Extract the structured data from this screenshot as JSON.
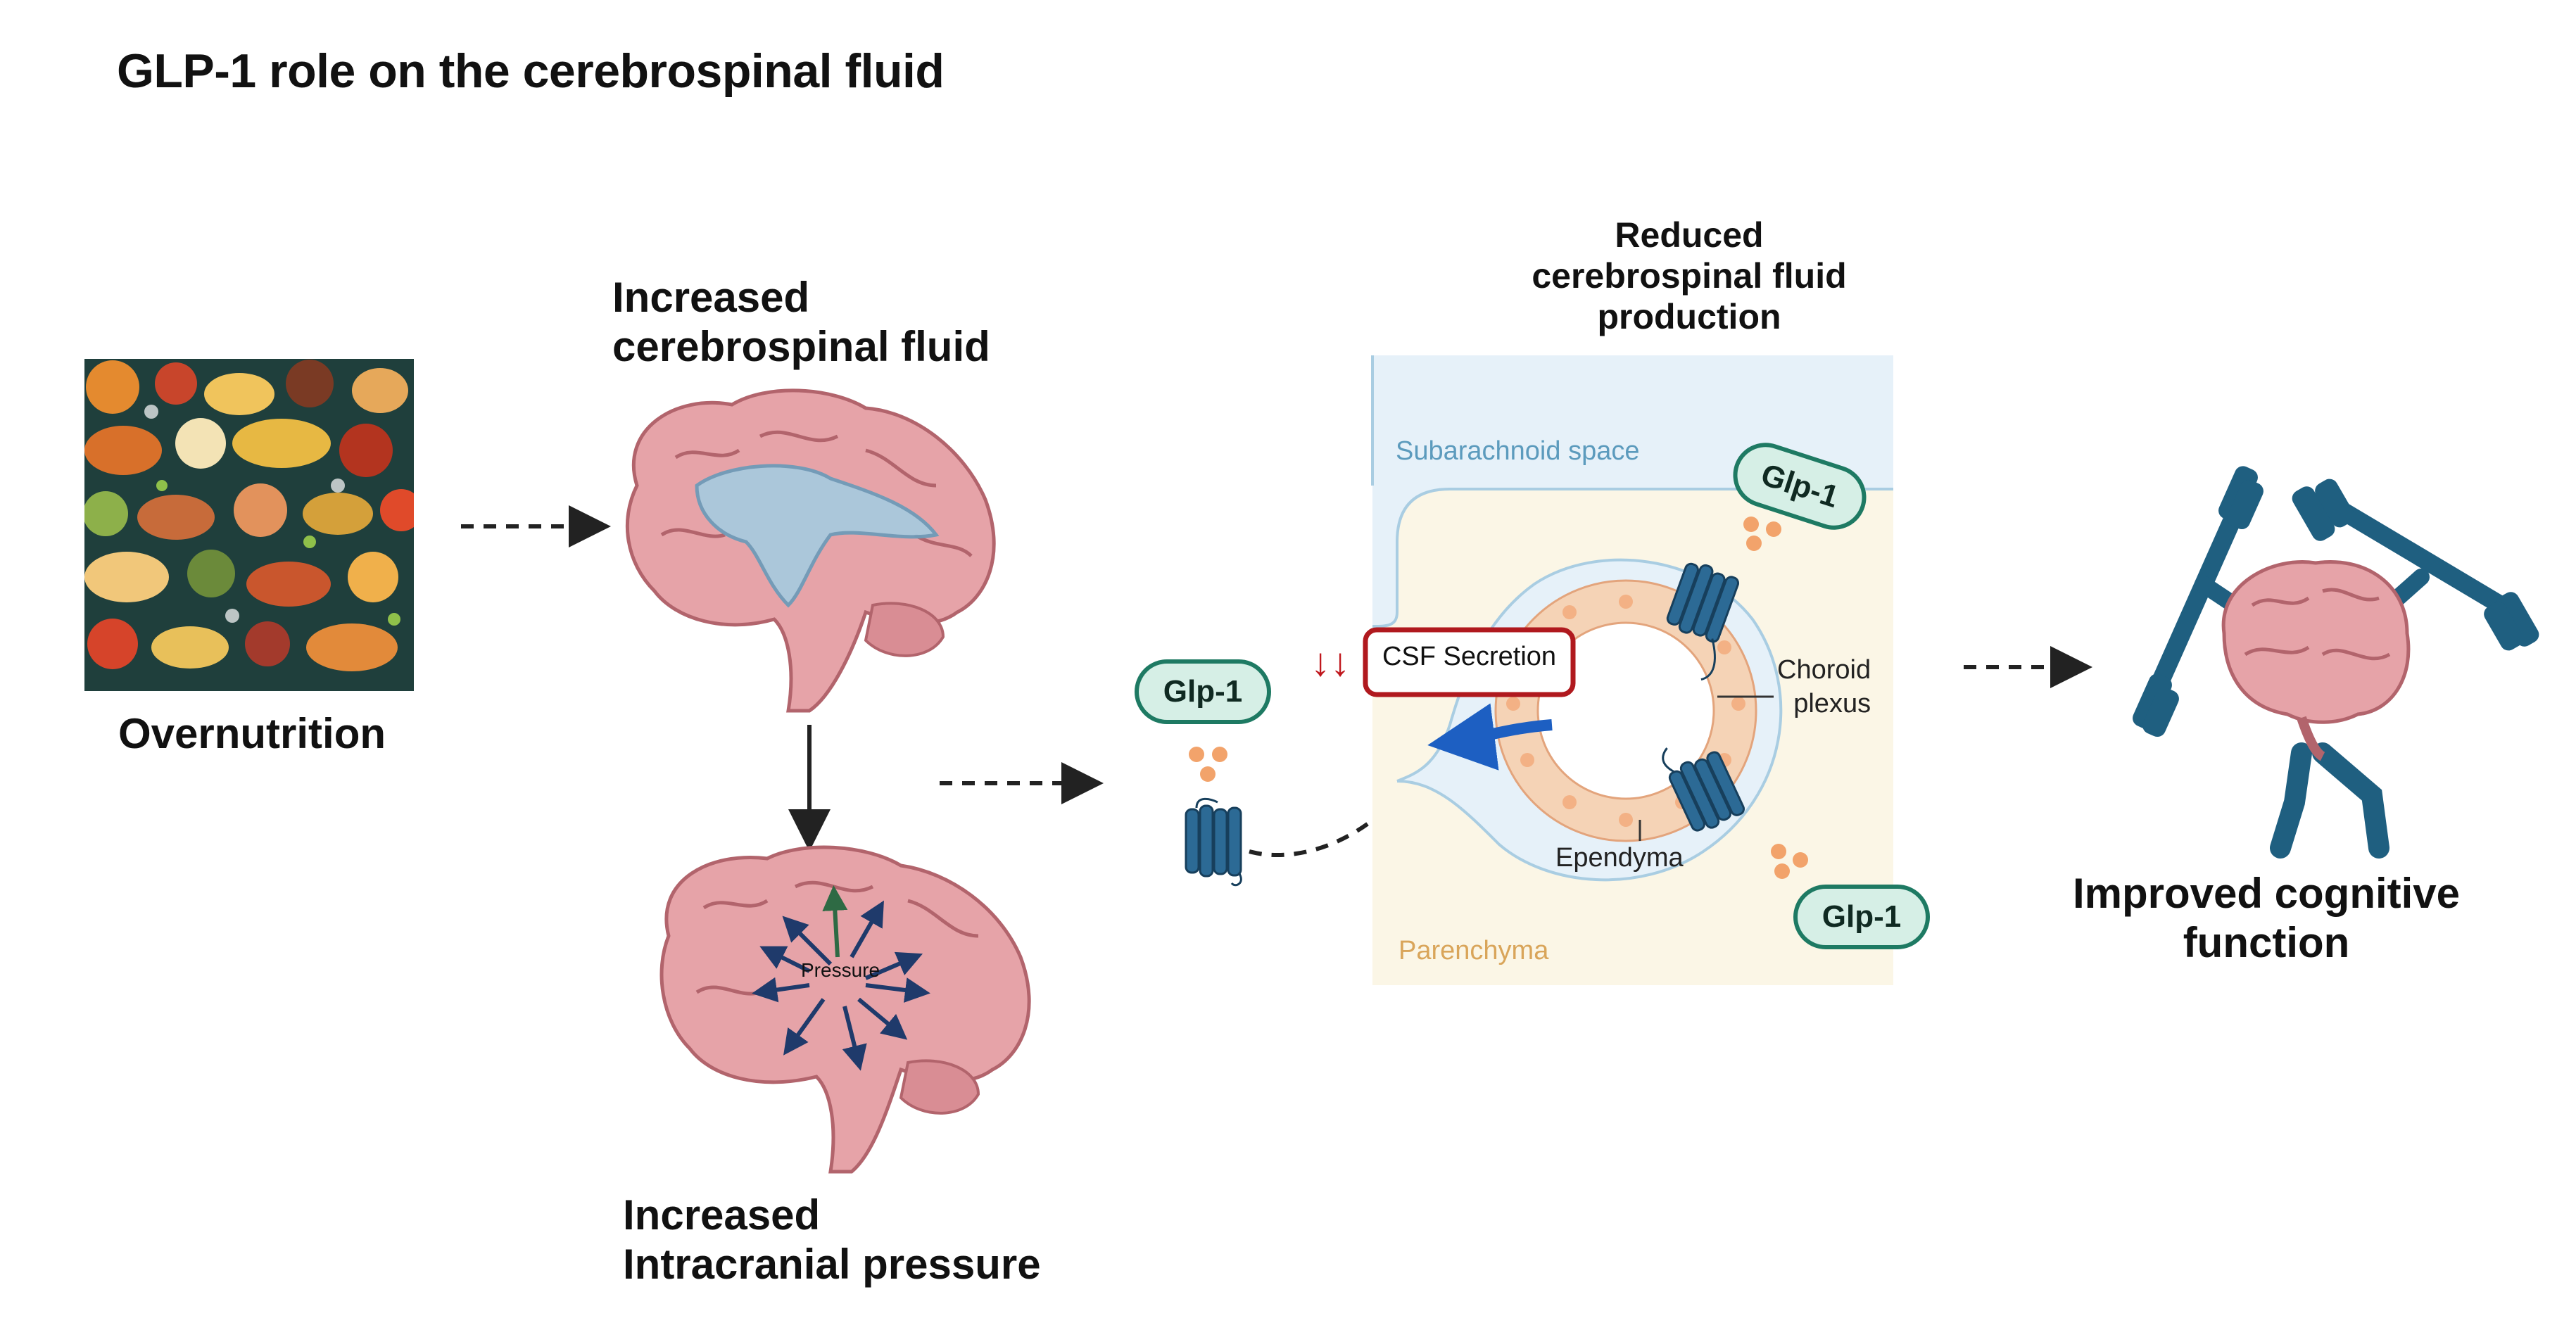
{
  "title": "GLP-1 role on the cerebrospinal fluid",
  "labels": {
    "overnutrition": "Overnutrition",
    "increased_csf_line1": "Increased",
    "increased_csf_line2": "cerebrospinal fluid",
    "increased_icp_line1": "Increased",
    "increased_icp_line2": "Intracranial pressure",
    "pressure": "Pressure",
    "reduced_line1": "Reduced",
    "reduced_line2": "cerebrospinal fluid",
    "reduced_line3": "production",
    "subarachnoid": "Subarachnoid space",
    "parenchyma": "Parenchyma",
    "csf_secretion": "CSF Secretion",
    "down_arrows": "↓↓",
    "choroid_line1": "Choroid",
    "choroid_line2": "plexus",
    "ependyma": "Ependyma",
    "glp_left": "Glp-1",
    "glp_top": "Glp-1",
    "glp_bottom": "Glp-1",
    "improved_line1": "Improved cognitive",
    "improved_line2": "function"
  },
  "colors": {
    "receptor": "#2c6a95",
    "glp_border": "#1e7a63",
    "glp_fill": "#d6efe6",
    "brain": "#e6a3a8",
    "ventricle": "#a8c9dd",
    "secretion_box": "#b0191e",
    "blue_arrow": "#1d5fc2",
    "ligand": "#f2a36b",
    "subarachnoid_text": "#5c9bbd",
    "parenchyma_text": "#d9a55a"
  },
  "icons": [
    "food-collage-image",
    "brain-icon",
    "receptor-icon",
    "dumbbell-icon",
    "dashed-arrow-icon"
  ]
}
